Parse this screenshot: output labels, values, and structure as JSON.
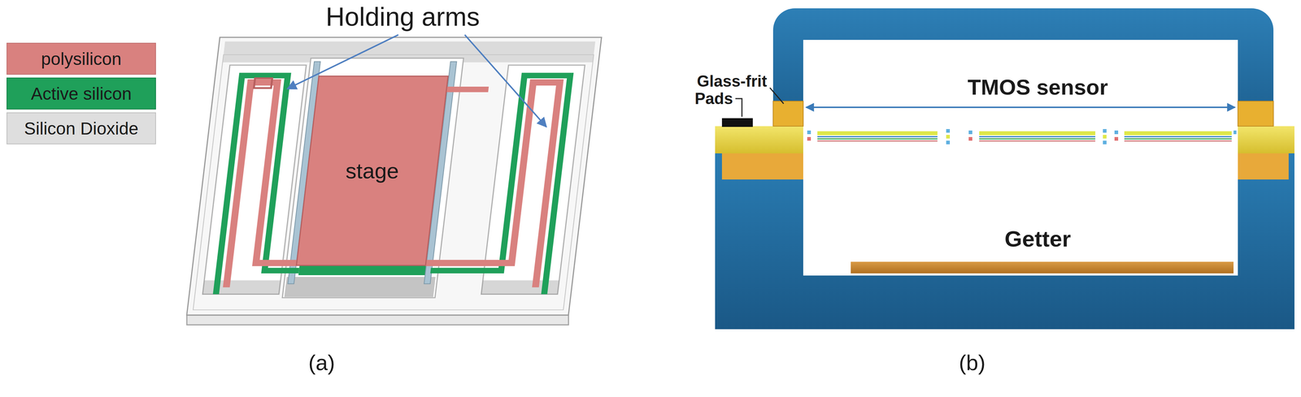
{
  "diagram": {
    "nodes": [
      {
        "text": [
          "stage"
        ]
      }
    ],
    "labels": [
      "Holding arms",
      "(a)",
      "Glass-frit",
      "Pads",
      "TMOS sensor",
      "Getter",
      "(b)"
    ],
    "legend": [
      {
        "text": "polysilicon",
        "color": "#d9817f"
      },
      {
        "text": "Active silicon",
        "color": "#1fa05a"
      },
      {
        "text": "Silicon Dioxide",
        "color": "#dedede"
      }
    ]
  }
}
